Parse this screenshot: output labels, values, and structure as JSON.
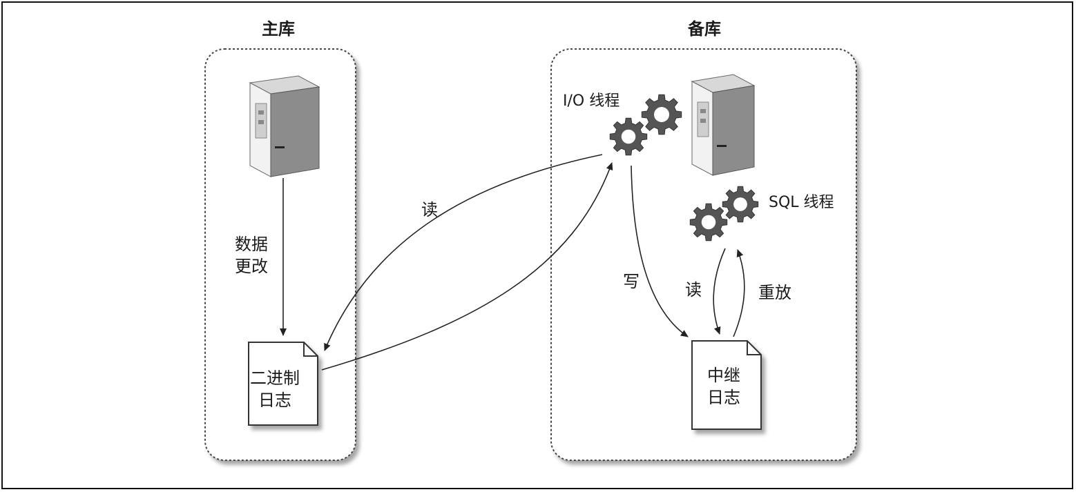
{
  "master": {
    "title": "主库",
    "change_label": "数据\n更改",
    "binlog_label": "二进制\n日志"
  },
  "replica": {
    "title": "备库",
    "io_thread_label": "I/O 线程",
    "sql_thread_label": "SQL 线程",
    "relay_log_label": "中继\n日志",
    "write_label": "写",
    "read_label": "读",
    "replay_label": "重放"
  },
  "link": {
    "read_label": "读"
  },
  "colors": {
    "line": "#222222",
    "gear": "#555555",
    "border": "#444444",
    "server": "#8c8c8c"
  }
}
